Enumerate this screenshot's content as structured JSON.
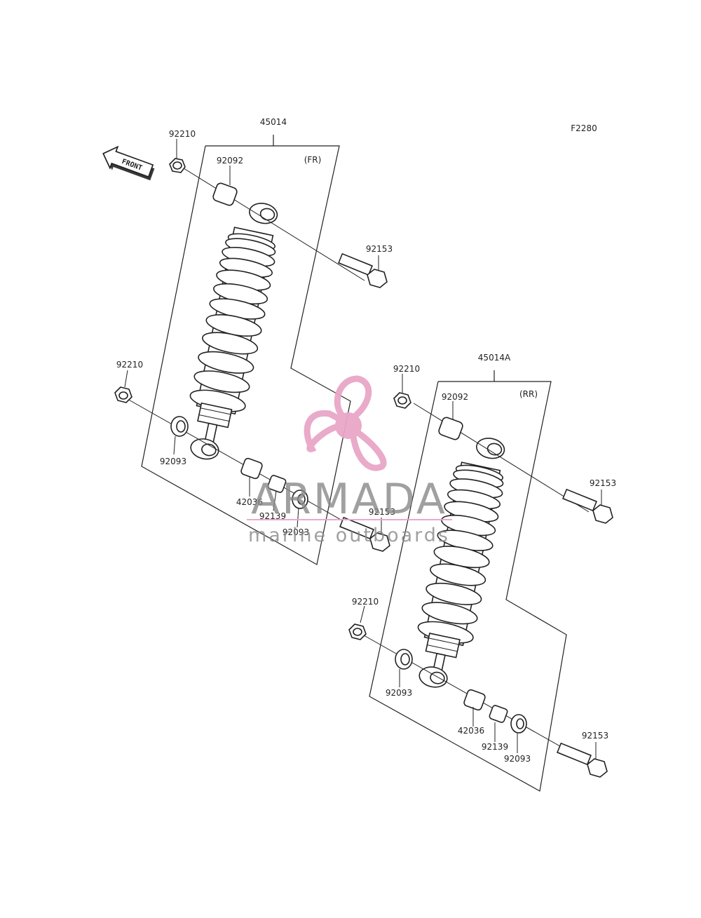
{
  "diagram_code": "F2280",
  "front_badge": "FRONT",
  "front_assembly": {
    "assembly_number": "45014",
    "position_tag": "(FR)",
    "parts": {
      "nut_top": "92210",
      "collar_top": "92092",
      "bolt_top": "92153",
      "nut_bottom": "92210",
      "seal_inner": "92093",
      "collar_bottom": "42036",
      "bushing": "92139",
      "seal_outer": "92093",
      "bolt_bottom": "92153"
    }
  },
  "rear_assembly": {
    "assembly_number": "45014A",
    "position_tag": "(RR)",
    "parts": {
      "nut_top": "92210",
      "collar_top": "92092",
      "bolt_top": "92153",
      "nut_bottom": "92210",
      "seal_inner": "92093",
      "collar_bottom": "42036",
      "bushing": "92139",
      "seal_outer": "92093",
      "bolt_bottom": "92153"
    }
  },
  "watermark": {
    "name": "ARMADA",
    "tagline": "marine outboards",
    "color": "#e9a6c8",
    "text_color": "#8a8a8a"
  }
}
